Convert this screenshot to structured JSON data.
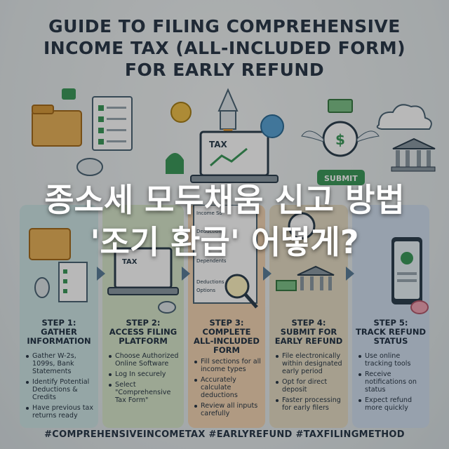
{
  "title": {
    "line1": "GUIDE TO FILING COMPREHENSIVE",
    "line2": "INCOME TAX (ALL-INCLUDED FORM)",
    "line3": "FOR EARLY REFUND"
  },
  "illustration": {
    "laptop_label": "TAX",
    "submit_label": "SUBMIT",
    "form_lines": [
      "Income So",
      "Deductions",
      "Dependents",
      "Deductions",
      "Options"
    ]
  },
  "steps": [
    {
      "head1": "STEP 1:",
      "head2": "GATHER",
      "head3": "INFORMATION",
      "items": [
        "Gather W-2s, 1099s, Bank Statements",
        "Identify Potential Deductions & Credits",
        "Have previous tax returns ready"
      ]
    },
    {
      "head1": "STEP 2:",
      "head2": "ACCESS FILING",
      "head3": "PLATFORM",
      "items": [
        "Choose Authorized Online Software",
        "Log In securely",
        "Select \"Comprehensive Tax Form\""
      ]
    },
    {
      "head1": "STEP 3:",
      "head2": "COMPLETE",
      "head3": "ALL-INCLUDED",
      "head4": "FORM",
      "items": [
        "Fill sections for all income types",
        "Accurately calculate deductions",
        "Review all inputs carefully"
      ]
    },
    {
      "head1": "STEP 4:",
      "head2": "SUBMIT FOR",
      "head3": "EARLY REFUND",
      "items": [
        "File electronically within designated early period",
        "Opt for direct deposit",
        "Faster processing for early filers"
      ]
    },
    {
      "head1": "STEP 5:",
      "head2": "TRACK REFUND",
      "head3": "STATUS",
      "items": [
        "Use online tracking tools",
        "Receive notifications on status",
        "Expect refund more quickly"
      ]
    }
  ],
  "overlay_text": {
    "line1": "종소세 모두채움 신고 방법",
    "line2": "'조기 환급' 어떻게?"
  },
  "hashtags": "#COMPREHENSIVEINCOMETAX #EARLYREFUND #TAXFILINGMETHOD",
  "colors": {
    "step1": "#cfe6e6",
    "step2": "#d9e8cc",
    "step3": "#f4d6b4",
    "step4": "#e6ddc5",
    "step5": "#d2dff0",
    "title": "#2b3a4a",
    "accent_green": "#3e9a5c"
  }
}
